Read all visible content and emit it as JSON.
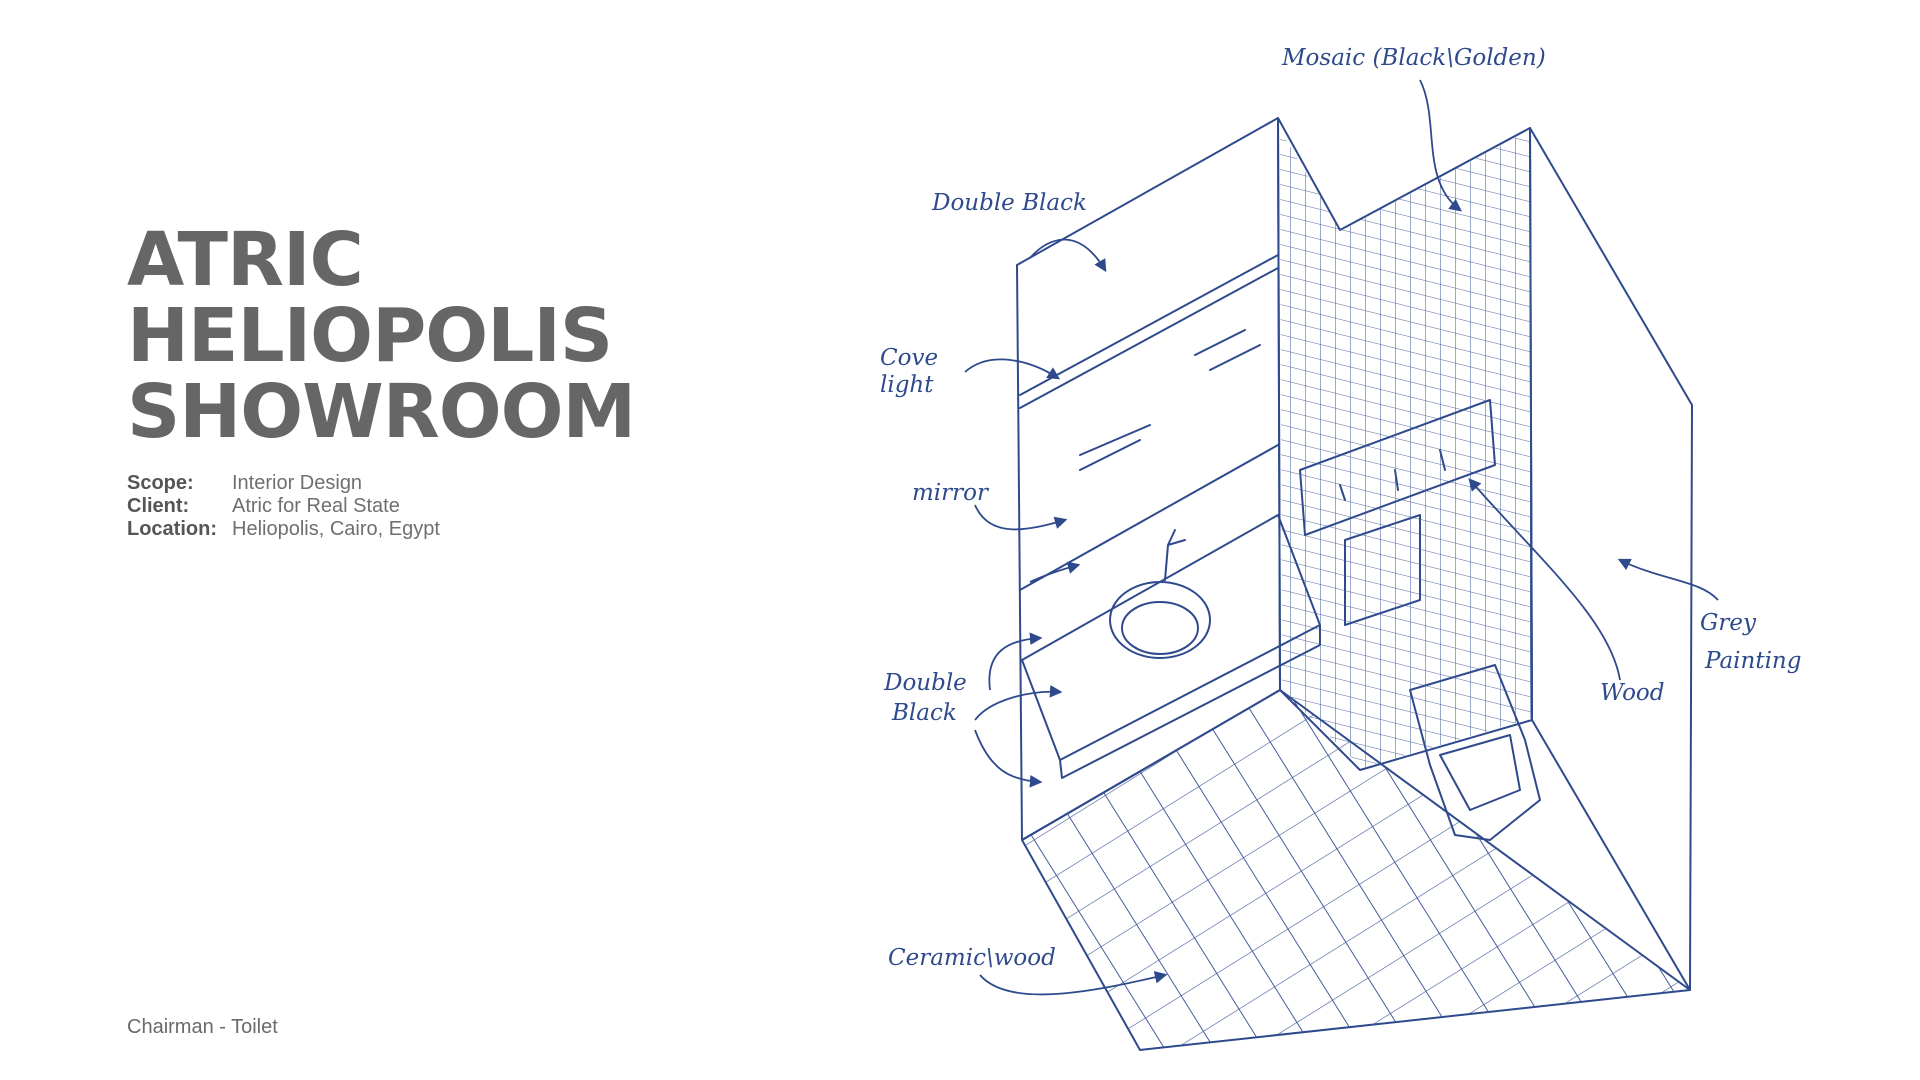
{
  "project": {
    "title_lines": [
      "ATRIC",
      "HELIOPOLIS",
      "SHOWROOM"
    ],
    "details": [
      {
        "label": "Scope:",
        "value": "Interior Design"
      },
      {
        "label": "Client:",
        "value": "Atric for Real State"
      },
      {
        "label": "Location:",
        "value": "Heliopolis, Cairo, Egypt"
      }
    ],
    "caption": "Chairman - Toilet"
  },
  "sketch": {
    "ink_color": "#2e4a8c",
    "annotations": {
      "mosaic": "Mosaic (Black\\Golden)",
      "double_black_top": "Double Black",
      "cove_light_1": "Cove",
      "cove_light_2": "light",
      "mirror": "mirror",
      "double_black_bottom_1": "Double",
      "double_black_bottom_2": "Black",
      "wood": "Wood",
      "grey_painting_1": "Grey",
      "grey_painting_2": "Painting",
      "ceramic_wood": "Ceramic\\wood"
    }
  }
}
